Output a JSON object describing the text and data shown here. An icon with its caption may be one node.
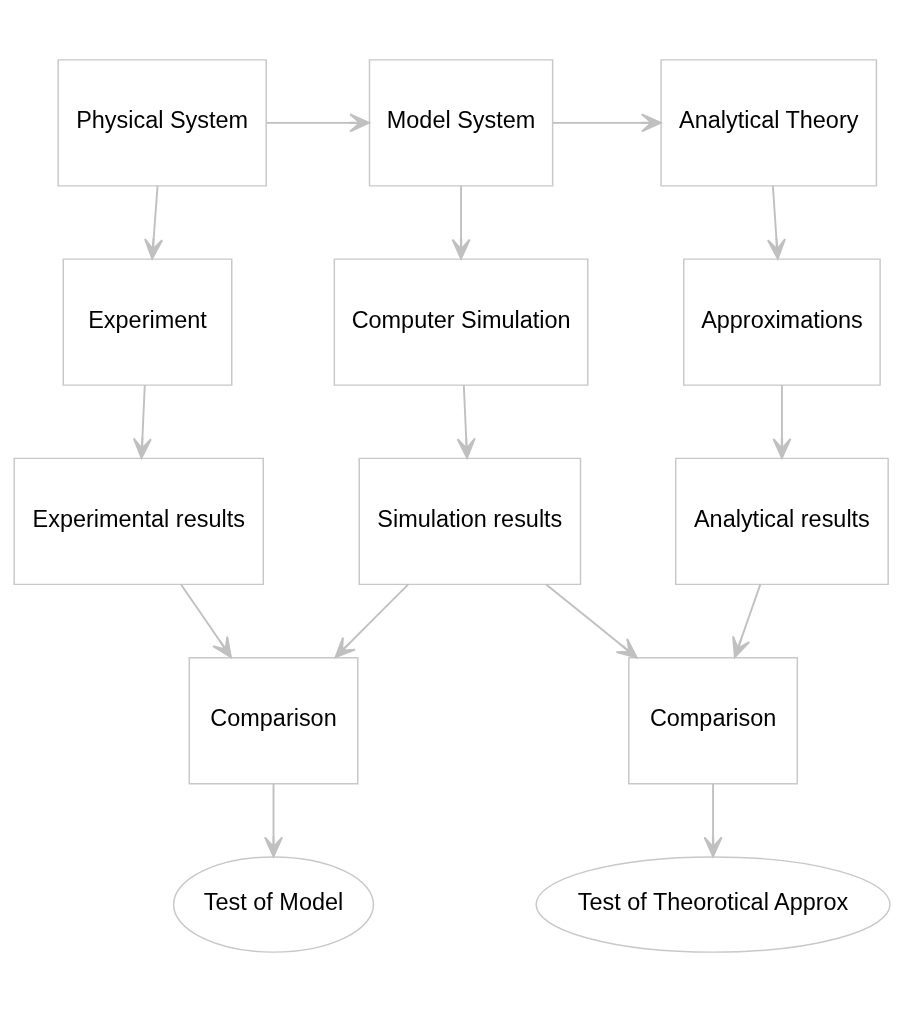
{
  "diagram": {
    "nodes": [
      {
        "text": [
          "Physical System"
        ]
      },
      {
        "text": [
          "Model System"
        ]
      },
      {
        "text": [
          "Analytical Theory"
        ]
      },
      {
        "text": [
          "Experiment"
        ]
      },
      {
        "text": [
          "Computer Simulation"
        ]
      },
      {
        "text": [
          "Approximations"
        ]
      },
      {
        "text": [
          "Experimental results"
        ]
      },
      {
        "text": [
          "Simulation results"
        ]
      },
      {
        "text": [
          "Analytical results"
        ]
      },
      {
        "text": [
          "Comparison"
        ]
      },
      {
        "text": [
          "Comparison"
        ]
      },
      {
        "text": [
          "Test of Model"
        ]
      },
      {
        "text": [
          "Test of Theorotical Approx"
        ]
      }
    ],
    "edges": [
      {
        "from": 0,
        "to": 1,
        "arrow": "to"
      },
      {
        "from": 1,
        "to": 2,
        "arrow": "to"
      },
      {
        "from": 0,
        "to": 3,
        "arrow": "to"
      },
      {
        "from": 1,
        "to": 4,
        "arrow": "to"
      },
      {
        "from": 2,
        "to": 5,
        "arrow": "to"
      },
      {
        "from": 3,
        "to": 6,
        "arrow": "to"
      },
      {
        "from": 4,
        "to": 7,
        "arrow": "to"
      },
      {
        "from": 5,
        "to": 8,
        "arrow": "to"
      },
      {
        "from": 6,
        "to": 9,
        "arrow": "to"
      },
      {
        "from": 7,
        "to": 9,
        "arrow": "to"
      },
      {
        "from": 7,
        "to": 10,
        "arrow": "to"
      },
      {
        "from": 8,
        "to": 10,
        "arrow": "to"
      },
      {
        "from": 9,
        "to": 11,
        "arrow": "to"
      },
      {
        "from": 10,
        "to": 12,
        "arrow": "to"
      }
    ]
  }
}
